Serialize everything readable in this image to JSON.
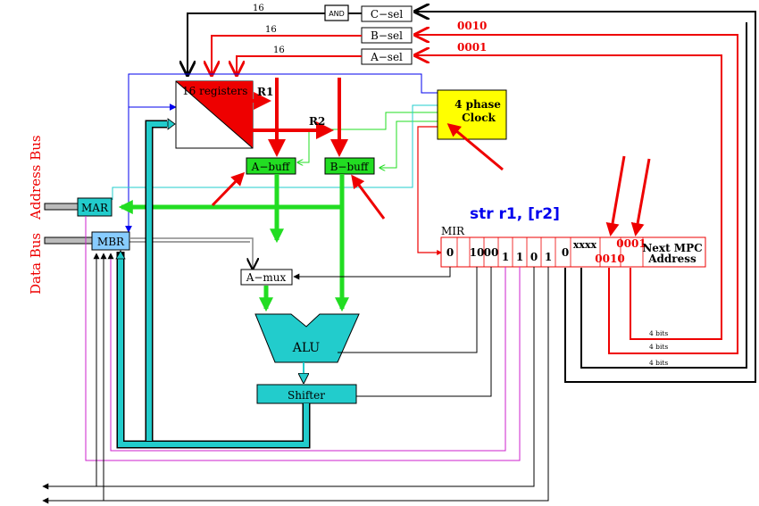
{
  "control": {
    "and_label": "AND",
    "c_sel": "C−sel",
    "b_sel": "B−sel",
    "a_sel": "A−sel",
    "width_16": "16",
    "b_code": "0010",
    "a_code": "0001"
  },
  "datapath": {
    "registers": "16 registers",
    "r1": "R1",
    "r2": "R2",
    "a_buff": "A−buff",
    "b_buff": "B−buff",
    "a_mux": "A−mux",
    "alu": "ALU",
    "shifter": "Shifter",
    "mar": "MAR",
    "mbr": "MBR",
    "clock_line1": "4 phase",
    "clock_line2": "Clock"
  },
  "buses": {
    "address_bus": "Address Bus",
    "data_bus": "Data Bus"
  },
  "instruction": "str r1, [r2]",
  "mir": {
    "label": "MIR",
    "fields": [
      "0",
      "",
      "10",
      "00",
      "1",
      "1",
      "0",
      "1",
      "0",
      "xxxx",
      "0001",
      "0010"
    ],
    "next_line1": "Next MPC",
    "next_line2": "Address",
    "bits_4": "4 bits"
  },
  "colors": {
    "red": "#ee0000",
    "green": "#22dd22",
    "cyan": "#22cccc",
    "yellow": "#ffff00",
    "blue": "#0000ee",
    "magenta": "#cc22cc",
    "mbr_fill": "#88ccff",
    "black": "#000000"
  }
}
